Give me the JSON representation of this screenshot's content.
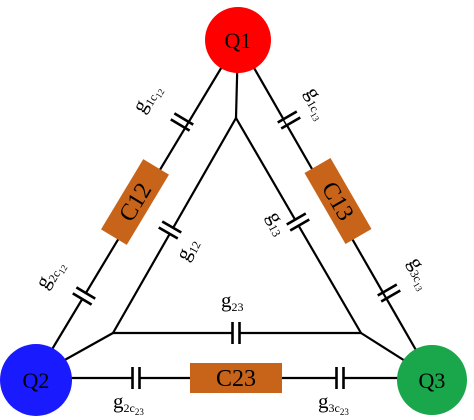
{
  "colors": {
    "q1": "#ff0000",
    "q2": "#1a1aff",
    "q3": "#1aa64a",
    "coupler": "#c8641a",
    "wire": "#000000"
  },
  "nodes": {
    "q1": "Q1",
    "q2": "Q2",
    "q3": "Q3"
  },
  "couplers": {
    "c12": "C12",
    "c13": "C13",
    "c23": "C23"
  },
  "capacitors": {
    "g1c12": {
      "main": "g",
      "sub": "1",
      "subsub_base": "c",
      "subsub": "12"
    },
    "g2c12": {
      "main": "g",
      "sub": "2",
      "subsub_base": "c",
      "subsub": "12"
    },
    "g1c13": {
      "main": "g",
      "sub": "1",
      "subsub_base": "c",
      "subsub": "13"
    },
    "g3c13": {
      "main": "g",
      "sub": "3",
      "subsub_base": "c",
      "subsub": "13"
    },
    "g2c23": {
      "main": "g",
      "sub": "2",
      "subsub_base": "c",
      "subsub": "23"
    },
    "g3c23": {
      "main": "g",
      "sub": "3",
      "subsub_base": "c",
      "subsub": "23"
    },
    "g12": {
      "main": "g",
      "sub": "12"
    },
    "g13": {
      "main": "g",
      "sub": "13"
    },
    "g23": {
      "main": "g",
      "sub": "23"
    }
  }
}
